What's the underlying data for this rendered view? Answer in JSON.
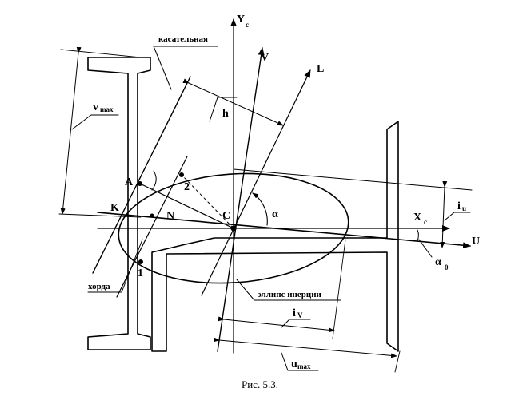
{
  "figure": {
    "caption": "Рис. 5.3.",
    "labels": {
      "yc": "Y",
      "yc_sub": "c",
      "xc": "X",
      "xc_sub": "c",
      "v": "V",
      "l": "L",
      "u": "U",
      "c": "C",
      "a": "A",
      "n": "N",
      "k": "K",
      "p1": "1",
      "p2": "2",
      "alpha": "α",
      "alpha0": "α",
      "alpha0_sub": "0",
      "h": "h",
      "iv": "i",
      "iv_sub": "V",
      "iu": "i",
      "iu_sub": "u",
      "vmax": "v",
      "vmax_sub": "max",
      "umax": "u",
      "umax_sub": "max"
    },
    "annotations": {
      "tangent": "касательная",
      "chord": "хорда",
      "ellipse": "эллипс инерции"
    }
  }
}
